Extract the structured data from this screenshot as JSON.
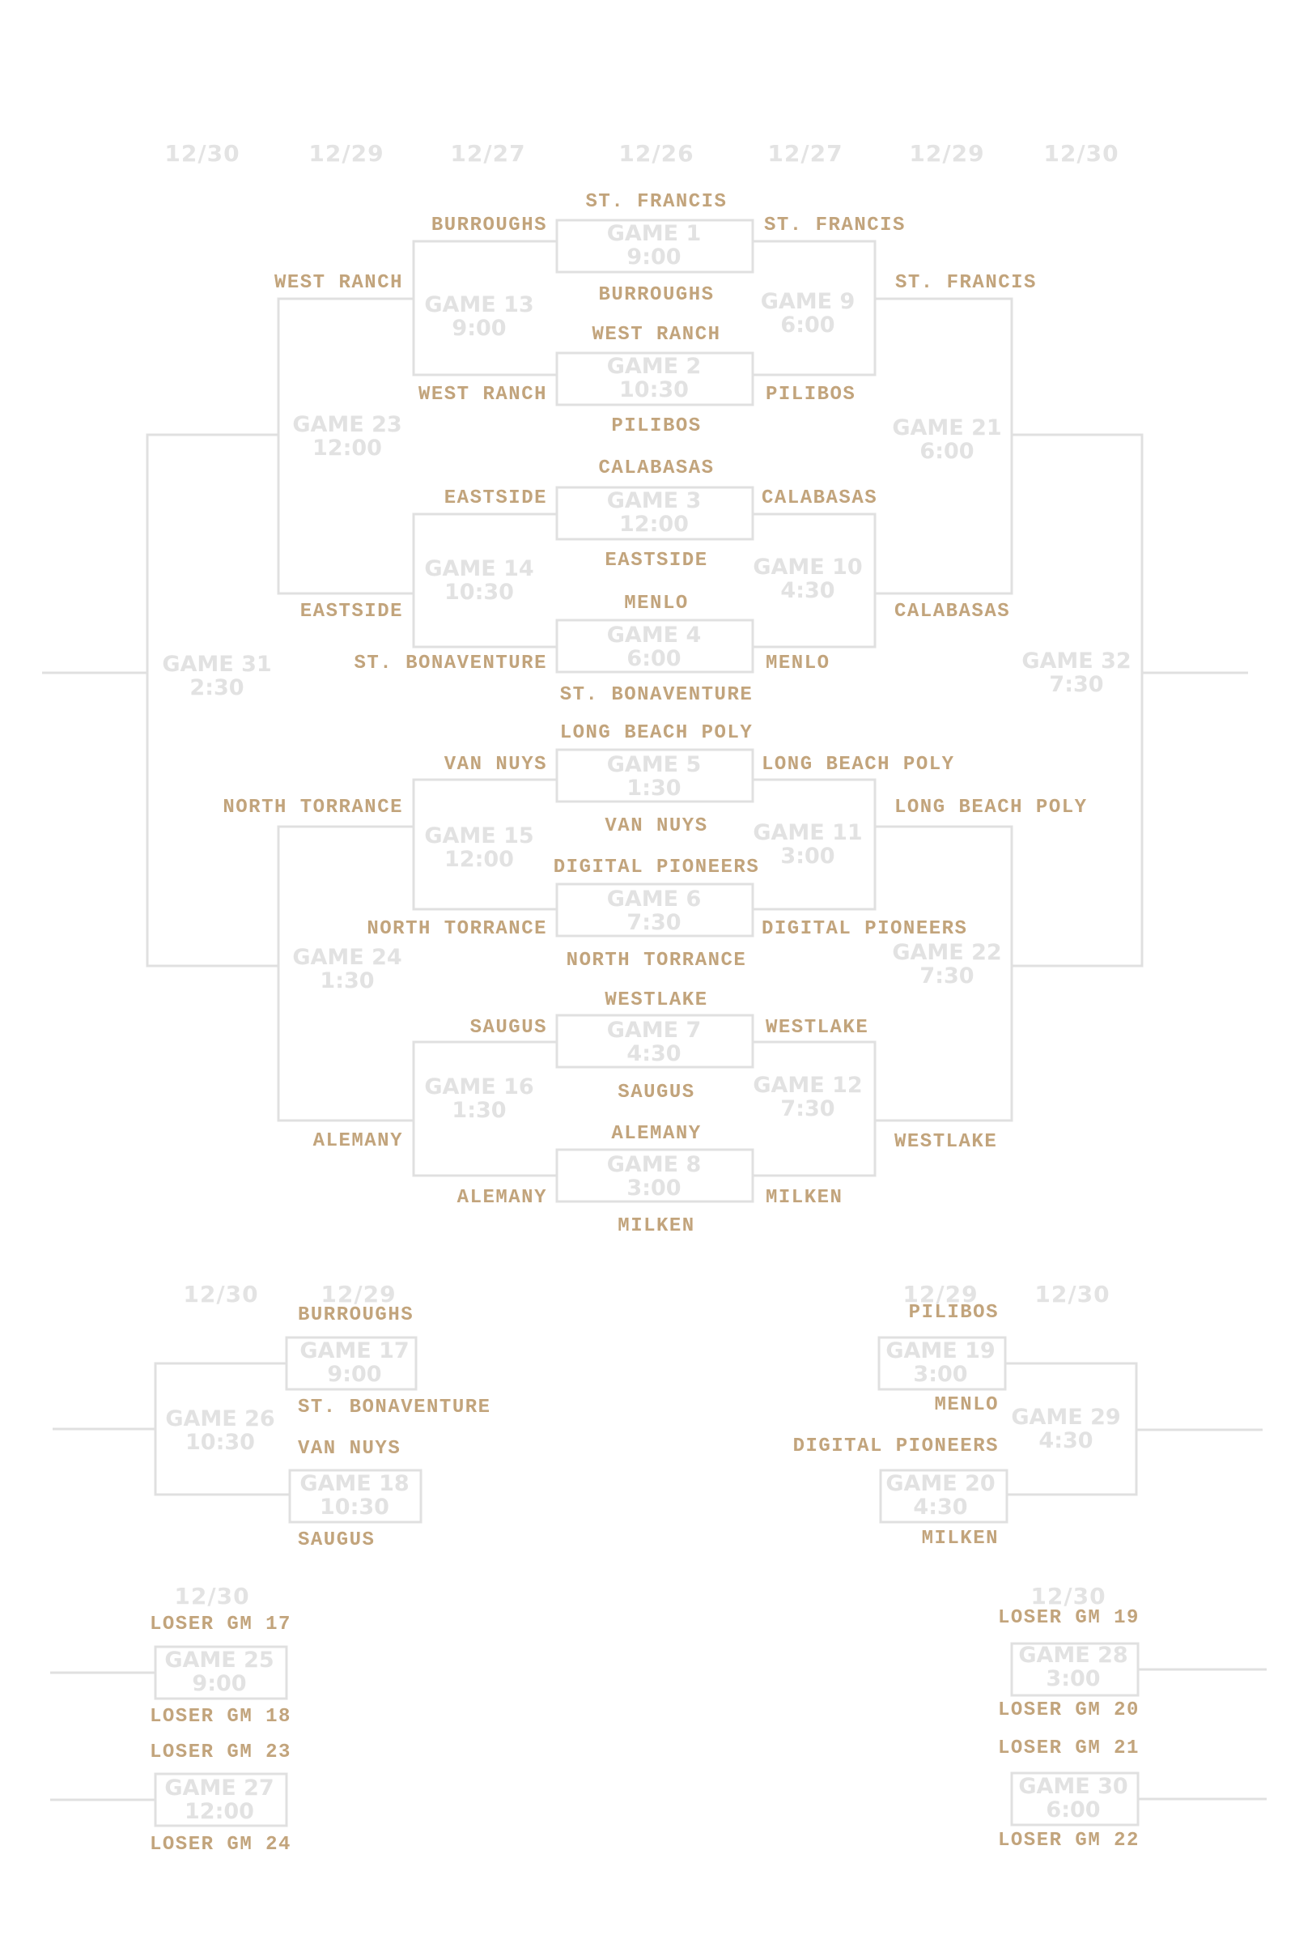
{
  "dates": [
    "12/30",
    "12/29",
    "12/27",
    "12/26",
    "12/27",
    "12/29",
    "12/30",
    "12/30",
    "12/29",
    "12/29",
    "12/30",
    "12/30",
    "12/30"
  ],
  "teams": [
    "ST. FRANCIS",
    "BURROUGHS",
    "WEST RANCH",
    "PILIBOS",
    "CALABASAS",
    "EASTSIDE",
    "MENLO",
    "ST. BONAVENTURE",
    "LONG BEACH POLY",
    "VAN NUYS",
    "DIGITAL PIONEERS",
    "NORTH TORRANCE",
    "WESTLAKE",
    "SAUGUS",
    "ALEMANY",
    "MILKEN",
    "BURROUGHS",
    "ST. FRANCIS",
    "WEST RANCH",
    "PILIBOS",
    "EASTSIDE",
    "CALABASAS",
    "ST. BONAVENTURE",
    "MENLO",
    "VAN NUYS",
    "LONG BEACH POLY",
    "NORTH TORRANCE",
    "DIGITAL PIONEERS",
    "SAUGUS",
    "WESTLAKE",
    "ALEMANY",
    "MILKEN",
    "WEST RANCH",
    "ST. FRANCIS",
    "EASTSIDE",
    "CALABASAS",
    "NORTH TORRANCE",
    "LONG BEACH POLY",
    "ALEMANY",
    "WESTLAKE",
    "BURROUGHS",
    "ST. BONAVENTURE",
    "VAN NUYS",
    "SAUGUS",
    "PILIBOS",
    "MENLO",
    "DIGITAL PIONEERS",
    "MILKEN",
    "LOSER GM 17",
    "LOSER GM 18",
    "LOSER GM 23",
    "LOSER GM 24",
    "LOSER GM 19",
    "LOSER GM 20",
    "LOSER GM 21",
    "LOSER GM 22"
  ],
  "games": [
    {
      "title": "GAME 1",
      "time": "9:00"
    },
    {
      "title": "GAME 2",
      "time": "10:30"
    },
    {
      "title": "GAME 3",
      "time": "12:00"
    },
    {
      "title": "GAME 4",
      "time": "6:00"
    },
    {
      "title": "GAME 5",
      "time": "1:30"
    },
    {
      "title": "GAME 6",
      "time": "7:30"
    },
    {
      "title": "GAME 7",
      "time": "4:30"
    },
    {
      "title": "GAME 8",
      "time": "3:00"
    },
    {
      "title": "GAME 13",
      "time": "9:00"
    },
    {
      "title": "GAME 14",
      "time": "10:30"
    },
    {
      "title": "GAME 15",
      "time": "12:00"
    },
    {
      "title": "GAME 16",
      "time": "1:30"
    },
    {
      "title": "GAME 9",
      "time": "6:00"
    },
    {
      "title": "GAME 10",
      "time": "4:30"
    },
    {
      "title": "GAME 11",
      "time": "3:00"
    },
    {
      "title": "GAME 12",
      "time": "7:30"
    },
    {
      "title": "GAME 23",
      "time": "12:00"
    },
    {
      "title": "GAME 24",
      "time": "1:30"
    },
    {
      "title": "GAME 21",
      "time": "6:00"
    },
    {
      "title": "GAME 22",
      "time": "7:30"
    },
    {
      "title": "GAME 31",
      "time": "2:30"
    },
    {
      "title": "GAME 32",
      "time": "7:30"
    },
    {
      "title": "GAME 17",
      "time": "9:00"
    },
    {
      "title": "GAME 18",
      "time": "10:30"
    },
    {
      "title": "GAME 26",
      "time": "10:30"
    },
    {
      "title": "GAME 19",
      "time": "3:00"
    },
    {
      "title": "GAME 20",
      "time": "4:30"
    },
    {
      "title": "GAME 29",
      "time": "4:30"
    },
    {
      "title": "GAME 25",
      "time": "9:00"
    },
    {
      "title": "GAME 27",
      "time": "12:00"
    },
    {
      "title": "GAME 28",
      "time": "3:00"
    },
    {
      "title": "GAME 30",
      "time": "6:00"
    }
  ],
  "colors": {
    "line": "#e0e0e0",
    "team": "#c2a47c",
    "game": "#e2e2e2",
    "date": "#e3e3e3"
  }
}
